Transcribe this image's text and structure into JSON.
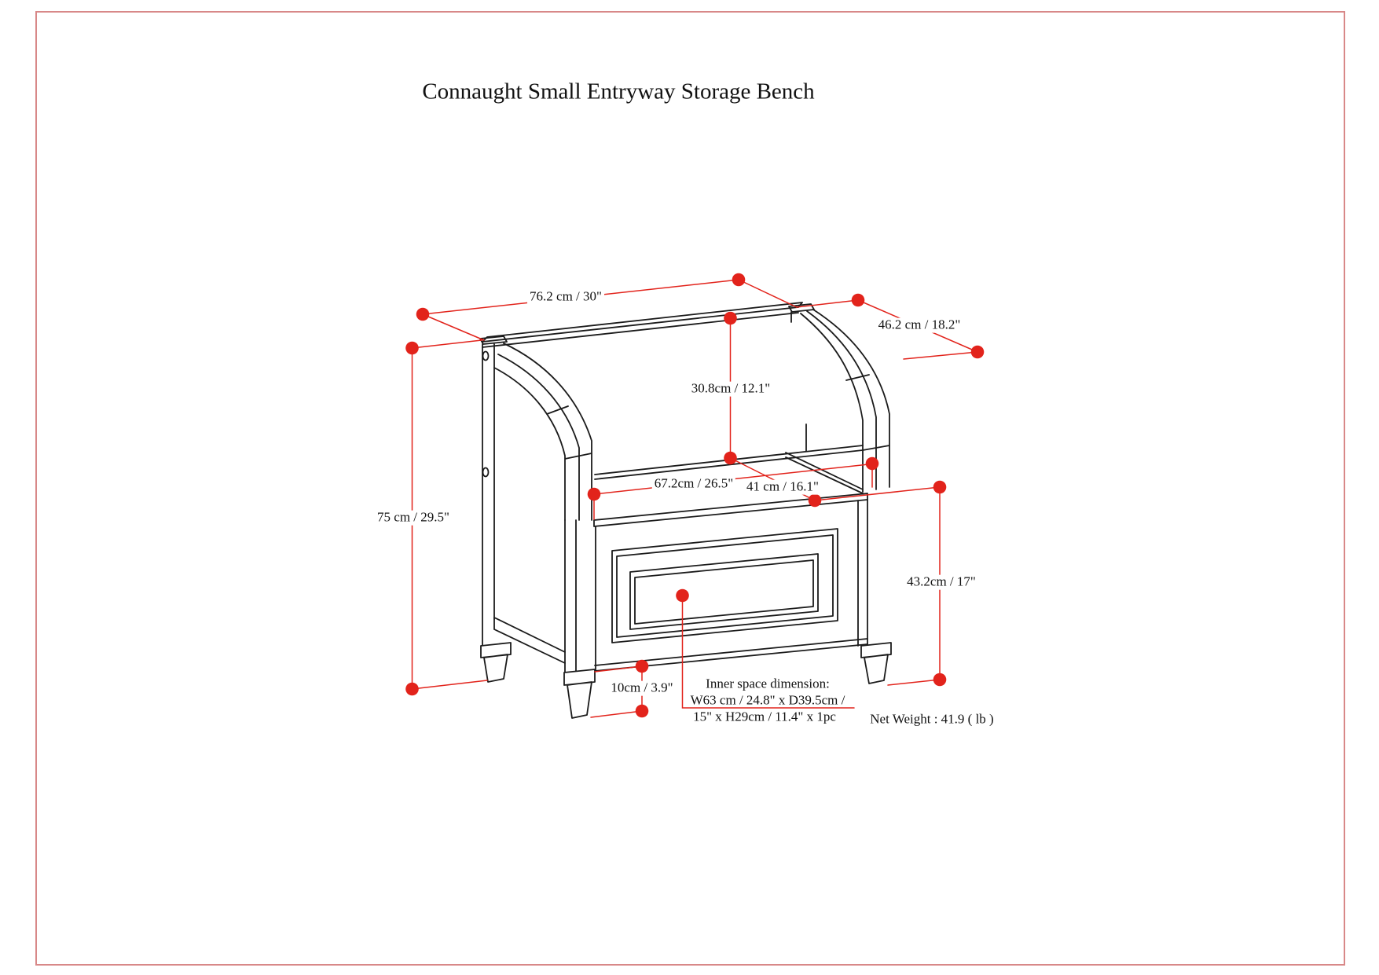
{
  "title": "Connaught Small Entryway Storage Bench",
  "labels": {
    "overall_width": "76.2 cm / 30\"",
    "overall_depth": "46.2 cm / 18.2\"",
    "back_height": "30.8cm / 12.1\"",
    "overall_height": "75 cm / 29.5\"",
    "seat_width": "67.2cm / 26.5\"",
    "seat_depth": "41 cm / 16.1\"",
    "seat_height": "43.2cm / 17\"",
    "leg_height": "10cm / 3.9\""
  },
  "notes": {
    "inner_space_title": "Inner space dimension:",
    "inner_space_line2": "W63 cm / 24.8\" x D39.5cm /",
    "inner_space_line3": "15\" x H29cm / 11.4\" x 1pc",
    "net_weight": "Net Weight : 41.9 ( lb )"
  },
  "colors": {
    "dimension_red": "#e2231b",
    "drawing_black": "#1b1b1b",
    "border_pink": "#d88888"
  }
}
